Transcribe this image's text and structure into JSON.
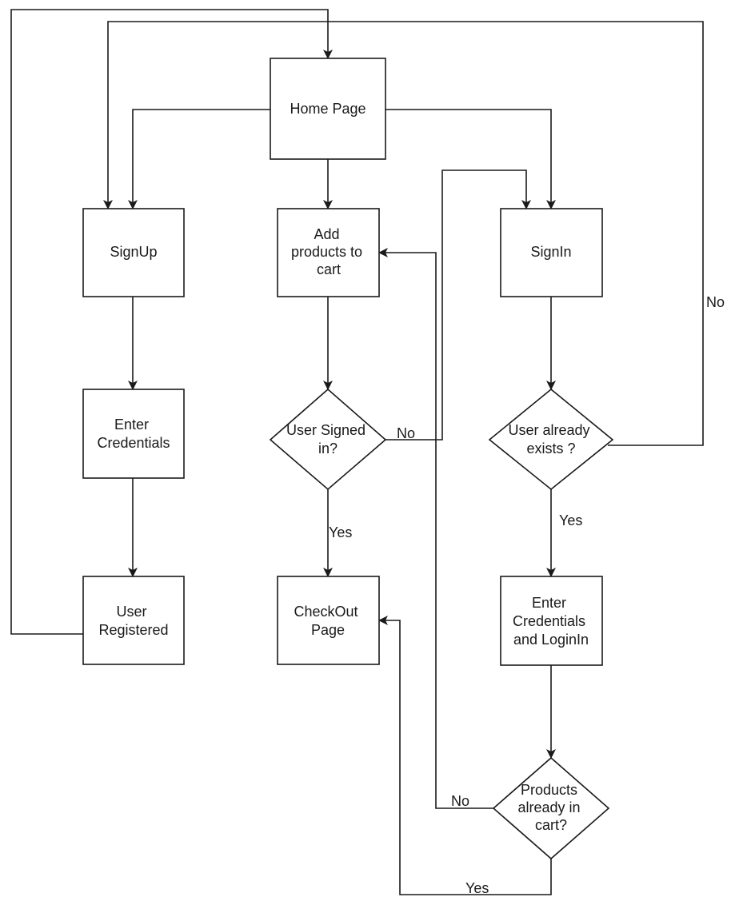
{
  "nodes": {
    "home": {
      "lines": [
        "Home Page"
      ]
    },
    "signup": {
      "lines": [
        "SignUp"
      ]
    },
    "add_products": {
      "lines": [
        "Add",
        "products to",
        "cart"
      ]
    },
    "signin": {
      "lines": [
        "SignIn"
      ]
    },
    "enter_credentials": {
      "lines": [
        "Enter",
        "Credentials"
      ]
    },
    "user_signed_in": {
      "lines": [
        "User Signed",
        "in?"
      ]
    },
    "user_exists": {
      "lines": [
        "User already",
        "exists ?"
      ]
    },
    "user_registered": {
      "lines": [
        "User",
        "Registered"
      ]
    },
    "checkout": {
      "lines": [
        "CheckOut",
        "Page"
      ]
    },
    "enter_credentials_login": {
      "lines": [
        "Enter",
        "Credentials",
        "and LoginIn"
      ]
    },
    "products_in_cart": {
      "lines": [
        "Products",
        "already in",
        "cart?"
      ]
    }
  },
  "edge_labels": {
    "signed_in_no": "No",
    "signed_in_yes": "Yes",
    "exists_no": "No",
    "exists_yes": "Yes",
    "cart_no": "No",
    "cart_yes": "Yes"
  },
  "colors": {
    "stroke": "#1a1a1a",
    "fill": "#ffffff",
    "text": "#1a1a1a"
  }
}
